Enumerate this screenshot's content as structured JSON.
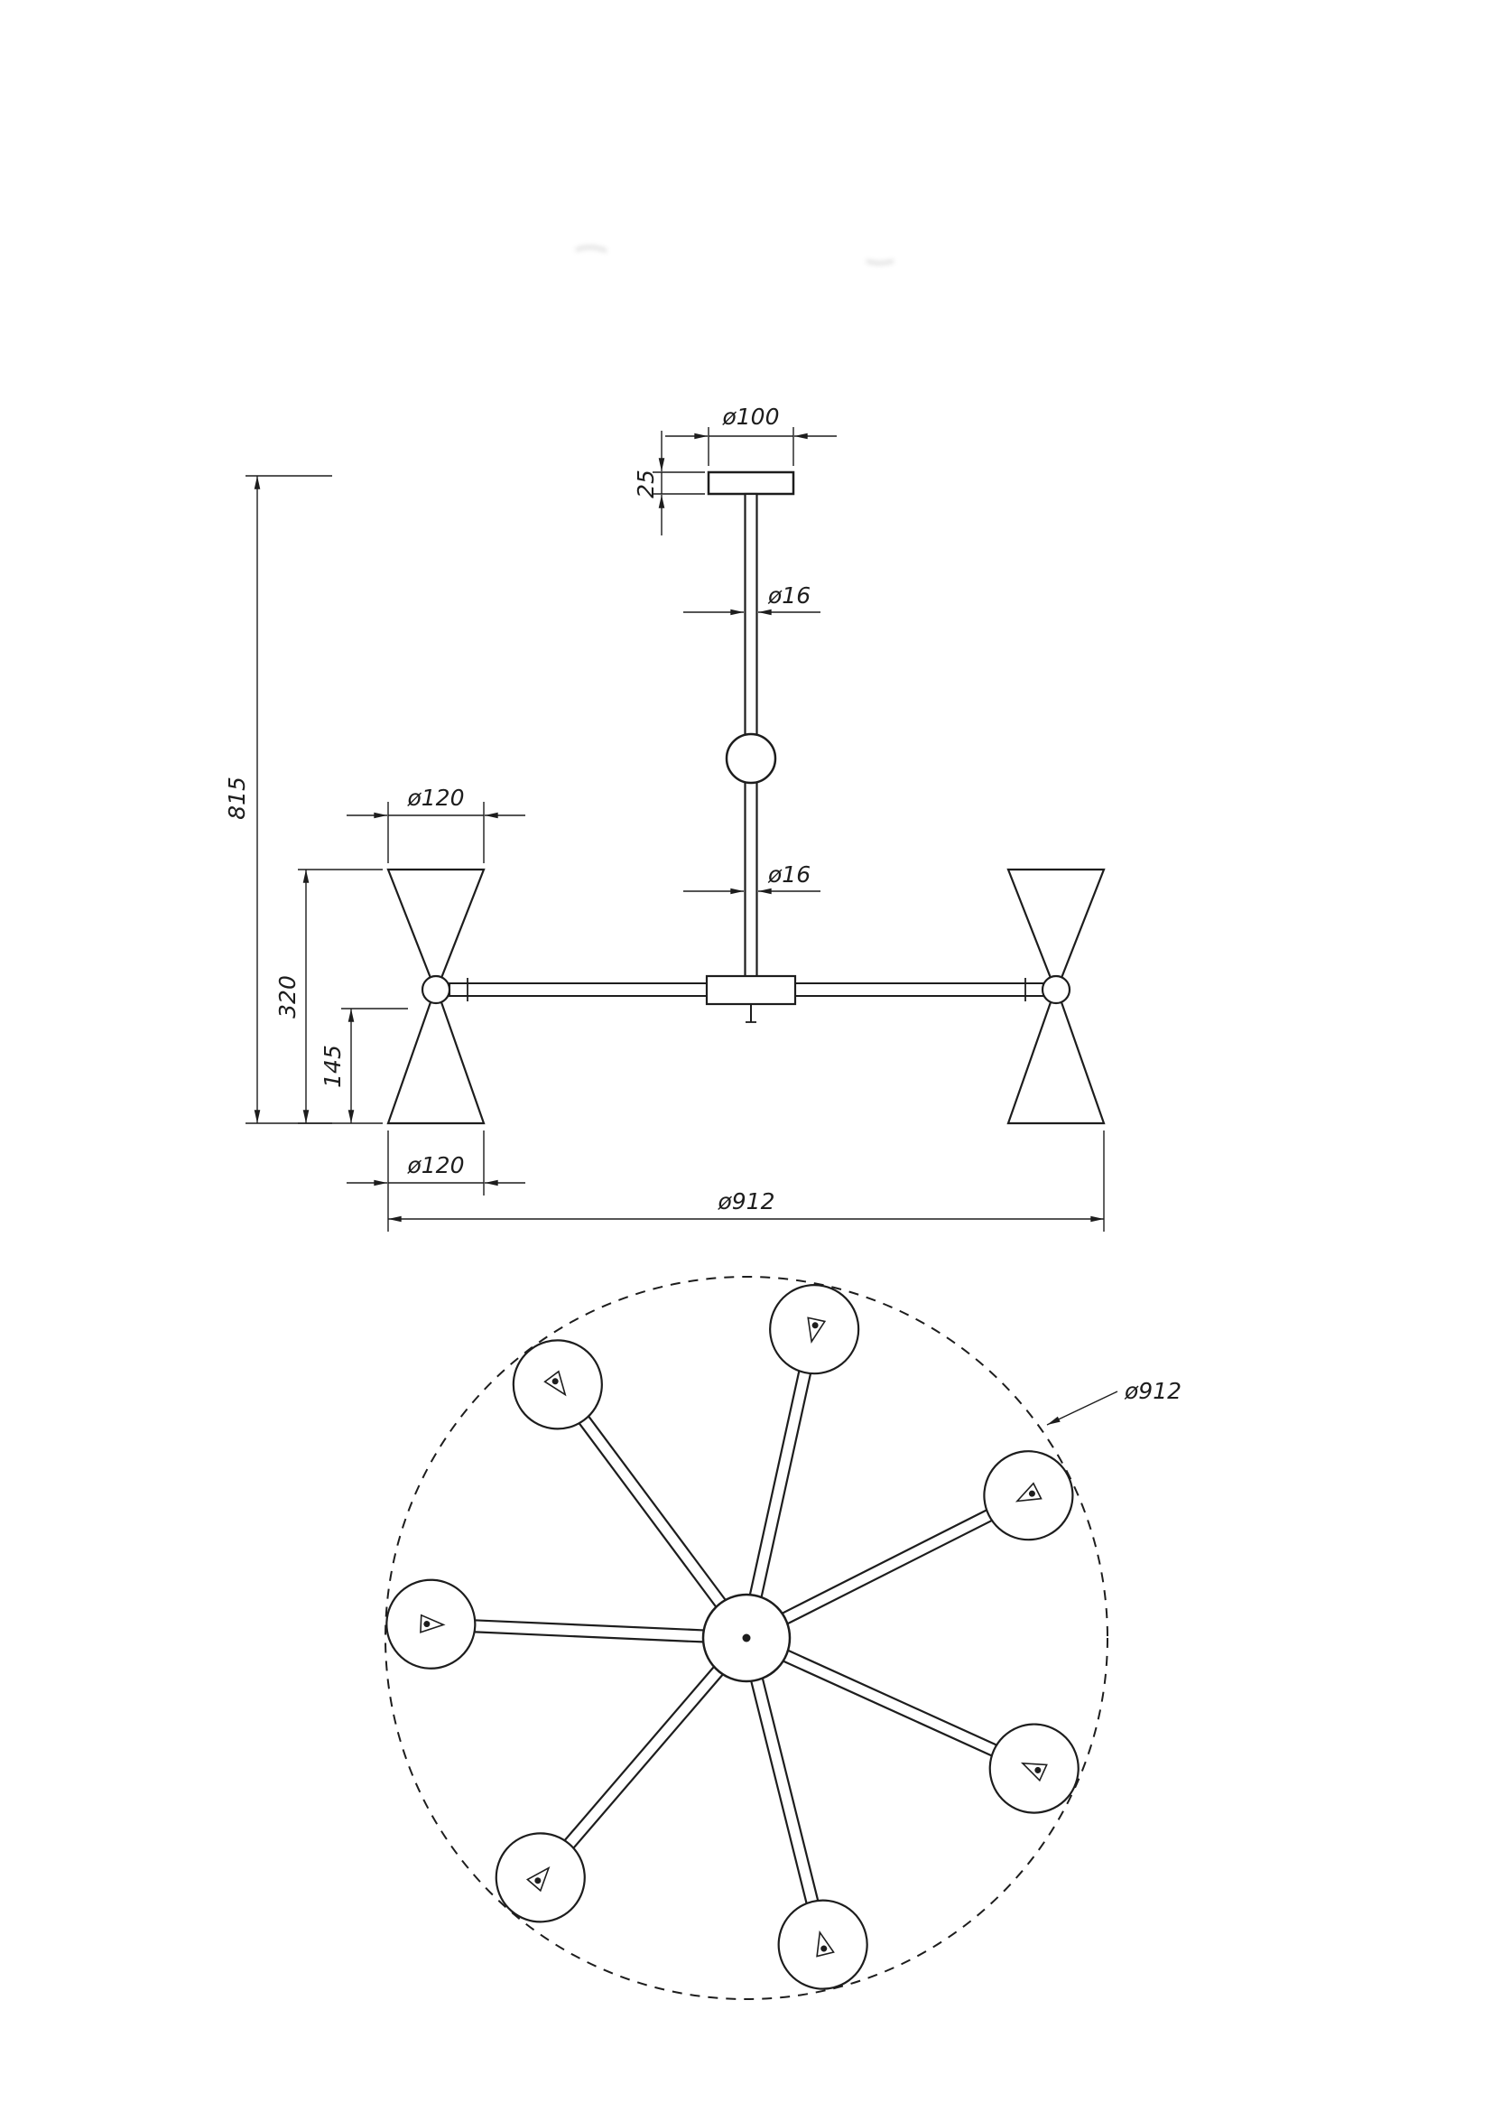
{
  "drawing": {
    "kind": "chandelier dimensional technical drawing",
    "background_color": "#ffffff",
    "line_color": "#1d1d1d",
    "side_view": {
      "canopy_diameter": "ø100",
      "canopy_height": "25",
      "stem_diameter_upper": "ø16",
      "stem_diameter_lower": "ø16",
      "total_height": "815",
      "shade_top_diameter": "ø120",
      "shade_height": "320",
      "shade_lower_height": "145",
      "shade_bottom_diameter": "ø120",
      "overall_diameter": "ø912"
    },
    "plan_view": {
      "arm_count": 7,
      "boundary_diameter": "ø912"
    }
  }
}
